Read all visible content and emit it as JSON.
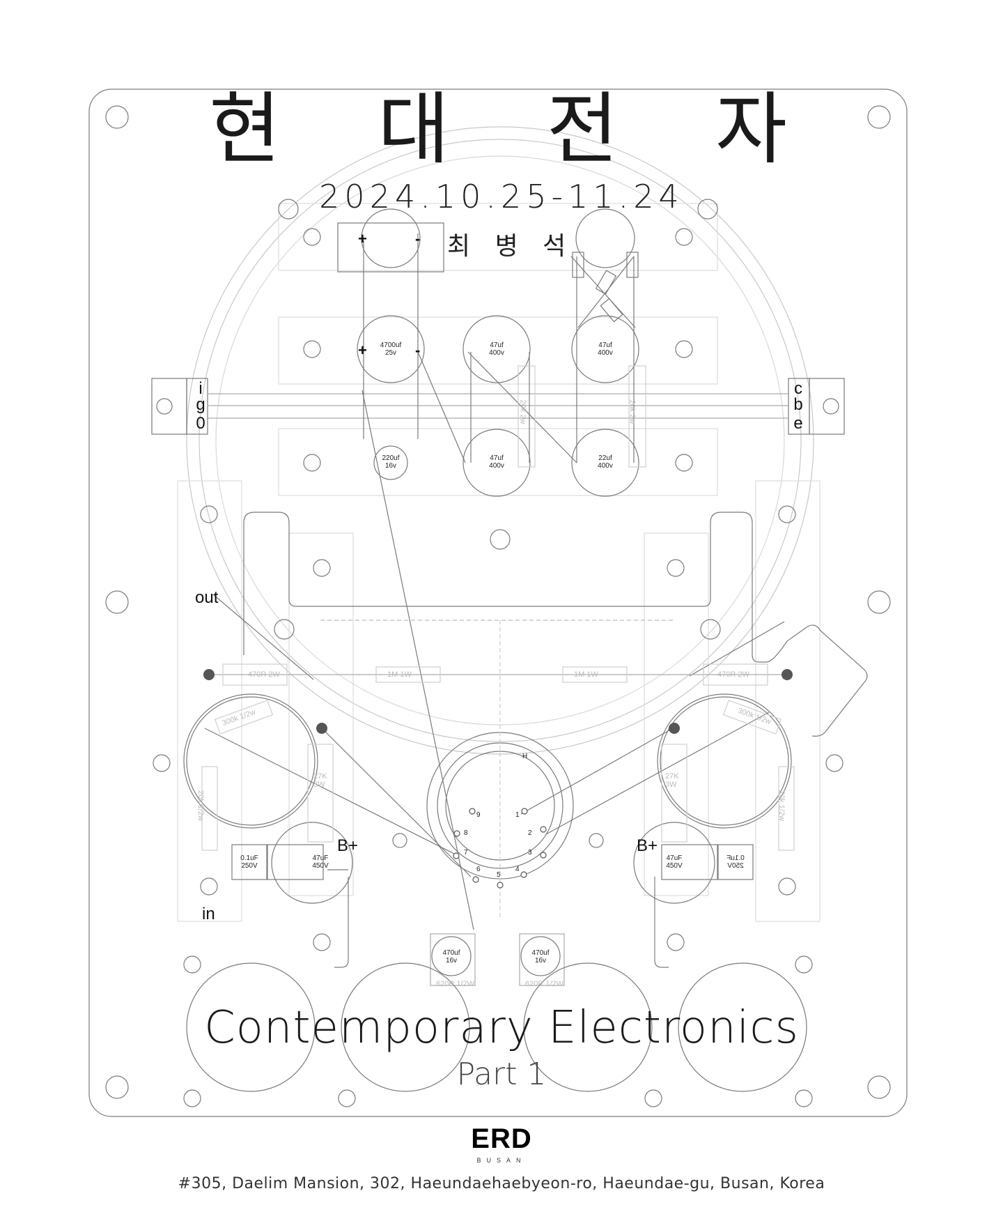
{
  "title_ko": [
    "현",
    "대",
    "전",
    "자"
  ],
  "dates": "2024.10.25-11.24",
  "artist": "최 병 석",
  "title_en": "Contemporary Electronics",
  "subtitle_en": "Part 1",
  "logo": "ERD",
  "logo_sub": "BUSAN",
  "address": "#305, Daelim Mansion, 302, Haeundaehaebyeon-ro, Haeundae-gu, Busan, Korea",
  "schematic": {
    "left_terminal": [
      "i",
      "g",
      "0"
    ],
    "right_terminal": [
      "c",
      "b",
      "e"
    ],
    "labels": {
      "out": "out",
      "in": "in",
      "b_plus": "B+",
      "heater": "H",
      "plus": "+",
      "minus": "-"
    },
    "tube_pins": [
      "1",
      "2",
      "3",
      "4",
      "5",
      "6",
      "7",
      "8",
      "9"
    ],
    "capacitors": [
      {
        "value": "4700uf",
        "voltage": "25v"
      },
      {
        "value": "47uf",
        "voltage": "400v"
      },
      {
        "value": "47uf",
        "voltage": "400v"
      },
      {
        "value": "220uf",
        "voltage": "16v"
      },
      {
        "value": "47uf",
        "voltage": "400v"
      },
      {
        "value": "22uf",
        "voltage": "400v"
      },
      {
        "value": "47uF",
        "voltage": "450V"
      },
      {
        "value": "47uF",
        "voltage": "450V"
      },
      {
        "value": "470uf",
        "voltage": "16v"
      },
      {
        "value": "470uf",
        "voltage": "16v"
      },
      {
        "value": "0.1uF",
        "voltage": "250V"
      },
      {
        "value": "0.1uF",
        "voltage": "250V"
      }
    ],
    "resistors": [
      "470R 2W",
      "1M 1W",
      "1M 1W",
      "470R 2W",
      "300k 1/2w",
      "300k 1/2w",
      "27K 3W",
      "27K 3W",
      "20k 1/2w",
      "20k 1/2w",
      "620R 1/2W",
      "620R 1/2W",
      "20k 2w",
      "20k 2w"
    ]
  },
  "colors": {
    "line": "#7a7a7a",
    "faint": "#d0d0d0",
    "text": "#111111"
  }
}
